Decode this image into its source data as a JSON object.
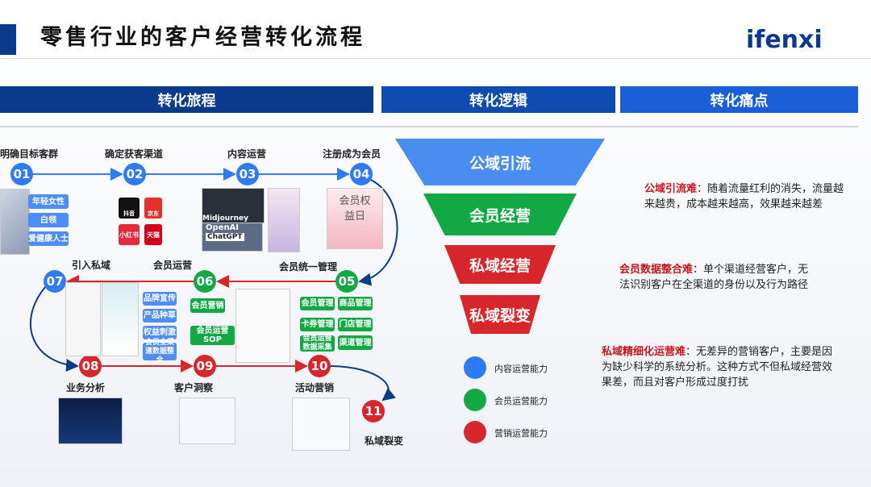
{
  "header": {
    "title": "零售行业的客户经营转化流程",
    "logo": "ifenxi"
  },
  "columns": [
    "转化旅程",
    "转化逻辑",
    "转化痛点"
  ],
  "steps": [
    {
      "num": "01",
      "label": "明确目标客群"
    },
    {
      "num": "02",
      "label": "确定获客渠道"
    },
    {
      "num": "03",
      "label": "内容运营"
    },
    {
      "num": "04",
      "label": "注册成为会员"
    },
    {
      "num": "05",
      "label": "会员统一管理"
    },
    {
      "num": "06",
      "label": "会员运营"
    },
    {
      "num": "07",
      "label": "引入私域"
    },
    {
      "num": "08",
      "label": "业务分析"
    },
    {
      "num": "09",
      "label": "客户洞察"
    },
    {
      "num": "10",
      "label": "活动营销"
    },
    {
      "num": "11",
      "label": "私域裂变"
    }
  ],
  "audience_tags": [
    "年轻女性",
    "白领",
    "爱健康人士"
  ],
  "channels": [
    "抖音",
    "京东",
    "小红书",
    "天猫"
  ],
  "content_tools": [
    "Midjourney",
    "OpenAI",
    "ChatGPT"
  ],
  "member_day": "会员权益日",
  "private_tags": [
    "品牌宣传",
    "产品种草",
    "权益刺激",
    "会员全渠道数据整合"
  ],
  "ops_tags": [
    "会员营销",
    "会员运营SOP"
  ],
  "mgmt_tags": [
    "会员管理",
    "商品管理",
    "卡券管理",
    "门店管理",
    "会员运营数据采集",
    "渠道管理"
  ],
  "funnel": [
    "公域引流",
    "会员经营",
    "私域经营",
    "私域裂变"
  ],
  "legend": [
    "内容运营能力",
    "会员运营能力",
    "营销运营能力"
  ],
  "colors": {
    "blue": "#2f7bf5",
    "green": "#12a944",
    "red": "#d7262c",
    "navy": "#0a3a8c"
  },
  "pains": [
    {
      "title": "公域引流难",
      "text": "：随着流量红利的消失，流量越来越贵，成本越来越高，效果越来越差"
    },
    {
      "title": "会员数据整合难",
      "text": "：单个渠道经营客户，无法识别客户在全渠道的身份以及行为路径"
    },
    {
      "title": "私域精细化运营难",
      "text": "：无差异的营销客户，主要是因为缺少科学的系统分析。这种方式不但私域经营效果差，而且对客户形成过度打扰"
    }
  ]
}
